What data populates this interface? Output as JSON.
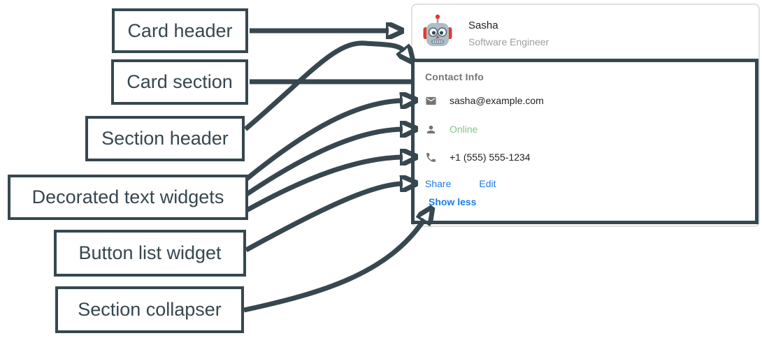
{
  "colors": {
    "annotation_slate": "#37474F",
    "card_border_gray": "#E0E0E0",
    "link_blue": "#1E7CE8",
    "online_green": "#81C784",
    "icon_gray": "#757575",
    "text_dark": "#212121",
    "subtitle_gray": "#9E9E9E"
  },
  "diagram": {
    "labels": [
      {
        "id": "card-header",
        "text": "Card header"
      },
      {
        "id": "card-section",
        "text": "Card section"
      },
      {
        "id": "section-header",
        "text": "Section header"
      },
      {
        "id": "decorated-text-widgets",
        "text": "Decorated text widgets"
      },
      {
        "id": "button-list-widget",
        "text": "Button list widget"
      },
      {
        "id": "section-collapser",
        "text": "Section collapser"
      }
    ]
  },
  "card": {
    "header": {
      "avatar_icon": "robot-avatar-icon",
      "name": "Sasha",
      "subtitle": "Software Engineer"
    },
    "section": {
      "title": "Contact Info",
      "rows": [
        {
          "icon": "mail-icon",
          "text": "sasha@example.com"
        },
        {
          "icon": "person-icon",
          "text": "Online",
          "status_color": "#81C784"
        },
        {
          "icon": "phone-icon",
          "text": "+1 (555) 555-1234"
        }
      ],
      "buttons": [
        {
          "label": "Share"
        },
        {
          "label": "Edit"
        }
      ],
      "collapser_label": "Show less"
    }
  }
}
